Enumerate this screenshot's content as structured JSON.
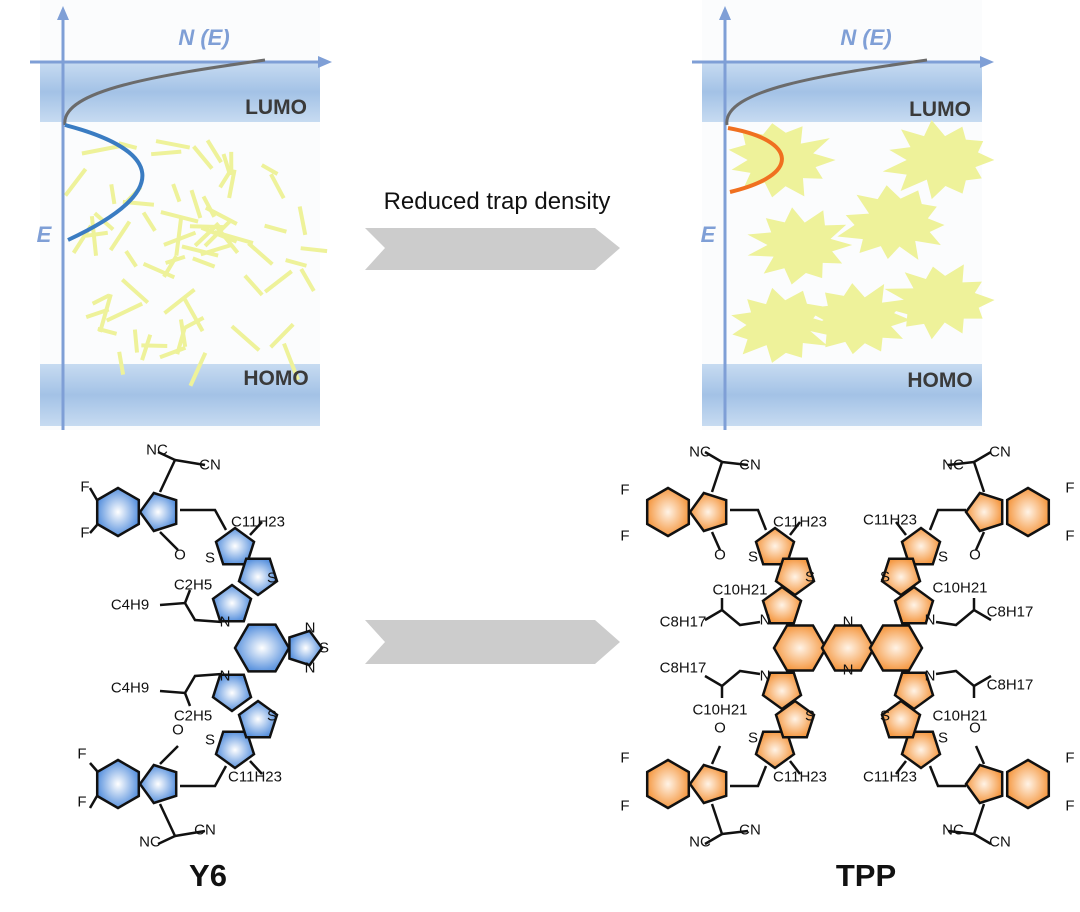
{
  "panels": {
    "left": {
      "axis_x": "N (E)",
      "axis_y": "E",
      "lumo": "LUMO",
      "homo": "HOMO",
      "trap_curve_color": "#3a7cc2"
    },
    "right": {
      "axis_x": "N (E)",
      "axis_y": "E",
      "lumo": "LUMO",
      "homo": "HOMO",
      "trap_curve_color": "#f07020"
    }
  },
  "arrow_caption": "Reduced trap density",
  "colors": {
    "axis": "#7f9fd6",
    "band": "#a9c6e8",
    "crystal": "#eef29a",
    "y6": "#5b93de",
    "tpp": "#f5a35a",
    "arrow": "#cccccc"
  },
  "molecules": {
    "y6": {
      "name": "Y6",
      "labels": [
        "NC",
        "CN",
        "F",
        "F",
        "O",
        "C11H23",
        "S",
        "S",
        "C2H5",
        "C4H9",
        "N",
        "N",
        "S",
        "N",
        "N",
        "C4H9",
        "C2H5",
        "S",
        "S",
        "O",
        "C11H23",
        "F",
        "F",
        "NC",
        "CN"
      ]
    },
    "tpp": {
      "name": "TPP",
      "labels": [
        "NC",
        "CN",
        "F",
        "F",
        "O",
        "C11H23",
        "S",
        "S",
        "C10H21",
        "C8H17",
        "N",
        "N",
        "N",
        "N",
        "C8H17",
        "C10H21",
        "S",
        "S",
        "O",
        "C11H23",
        "F",
        "F",
        "NC",
        "CN",
        "C11H23",
        "O",
        "S",
        "S",
        "C10H21",
        "N",
        "C8H17",
        "NC",
        "CN",
        "F",
        "F",
        "N",
        "C8H17",
        "C10H21",
        "S",
        "S",
        "O",
        "C11H23",
        "F",
        "F",
        "NC",
        "CN"
      ]
    }
  }
}
